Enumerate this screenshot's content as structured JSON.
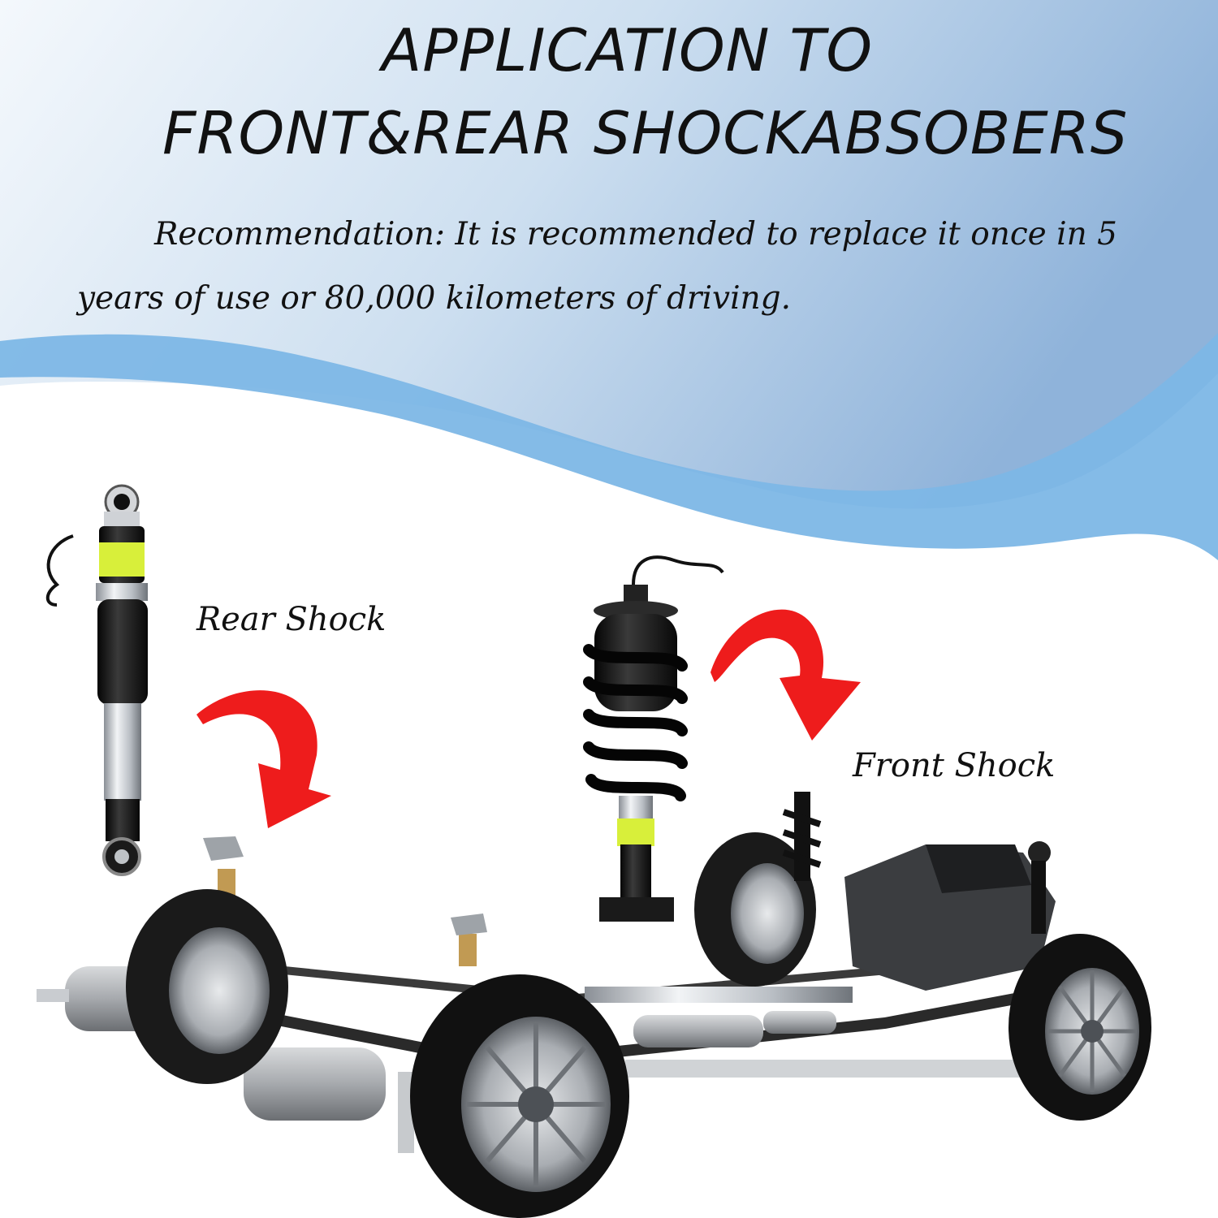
{
  "header": {
    "title_line1": "APPLICATION TO",
    "title_line2": "FRONT&REAR SHOCKABSOBERS"
  },
  "recommendation": {
    "line1": "Recommendation: It is recommended to replace it once in 5",
    "line2": "years of use or 80,000 kilometers of driving."
  },
  "labels": {
    "rear": "Rear Shock",
    "front": "Front Shock"
  },
  "colors": {
    "sky_light": "#e9f1f9",
    "sky_mid": "#b4cde6",
    "wave_blue": "#7db7e6",
    "arrow_red": "#ee1c1c",
    "text": "#111111"
  },
  "icons": [
    "rear-shock-icon",
    "front-strut-icon",
    "chassis-icon",
    "curved-arrow-icon"
  ]
}
